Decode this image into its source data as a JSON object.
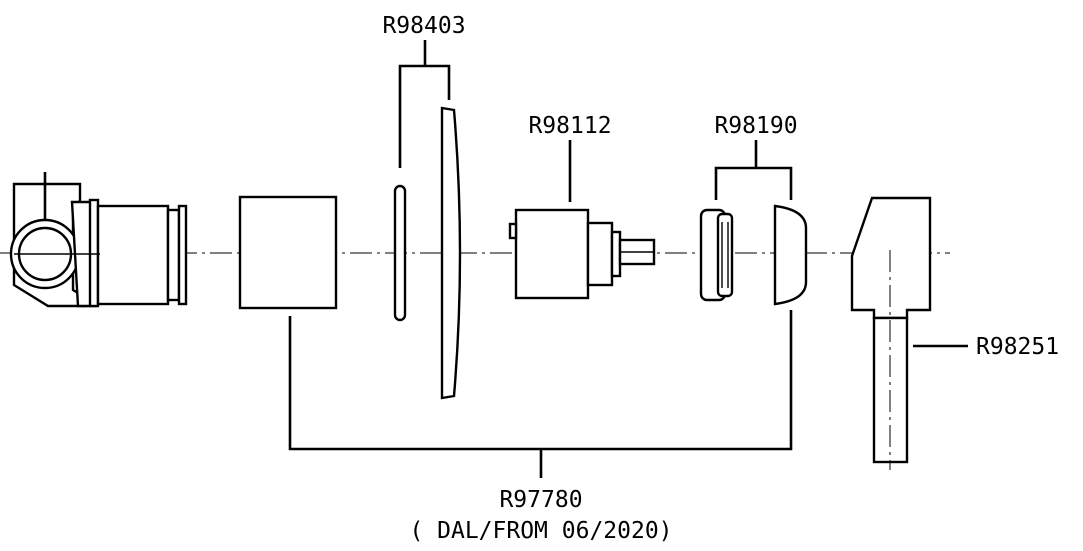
{
  "drawing": {
    "labels": {
      "seal_kit": "R98403",
      "cartridge": "R98112",
      "trim_set": "R98190",
      "handle": "R98251",
      "kit": "R97780",
      "kit_note": "( DAL/FRΟM 06/2020)"
    },
    "parts": [
      {
        "name": "valve-body",
        "interactable": false
      },
      {
        "name": "sleeve",
        "interactable": false
      },
      {
        "name": "o-ring",
        "interactable": false
      },
      {
        "name": "escutcheon-plate",
        "interactable": false
      },
      {
        "name": "cartridge",
        "interactable": false
      },
      {
        "name": "adapter",
        "interactable": false
      },
      {
        "name": "cap",
        "interactable": false
      },
      {
        "name": "lever-handle",
        "interactable": false
      }
    ]
  }
}
